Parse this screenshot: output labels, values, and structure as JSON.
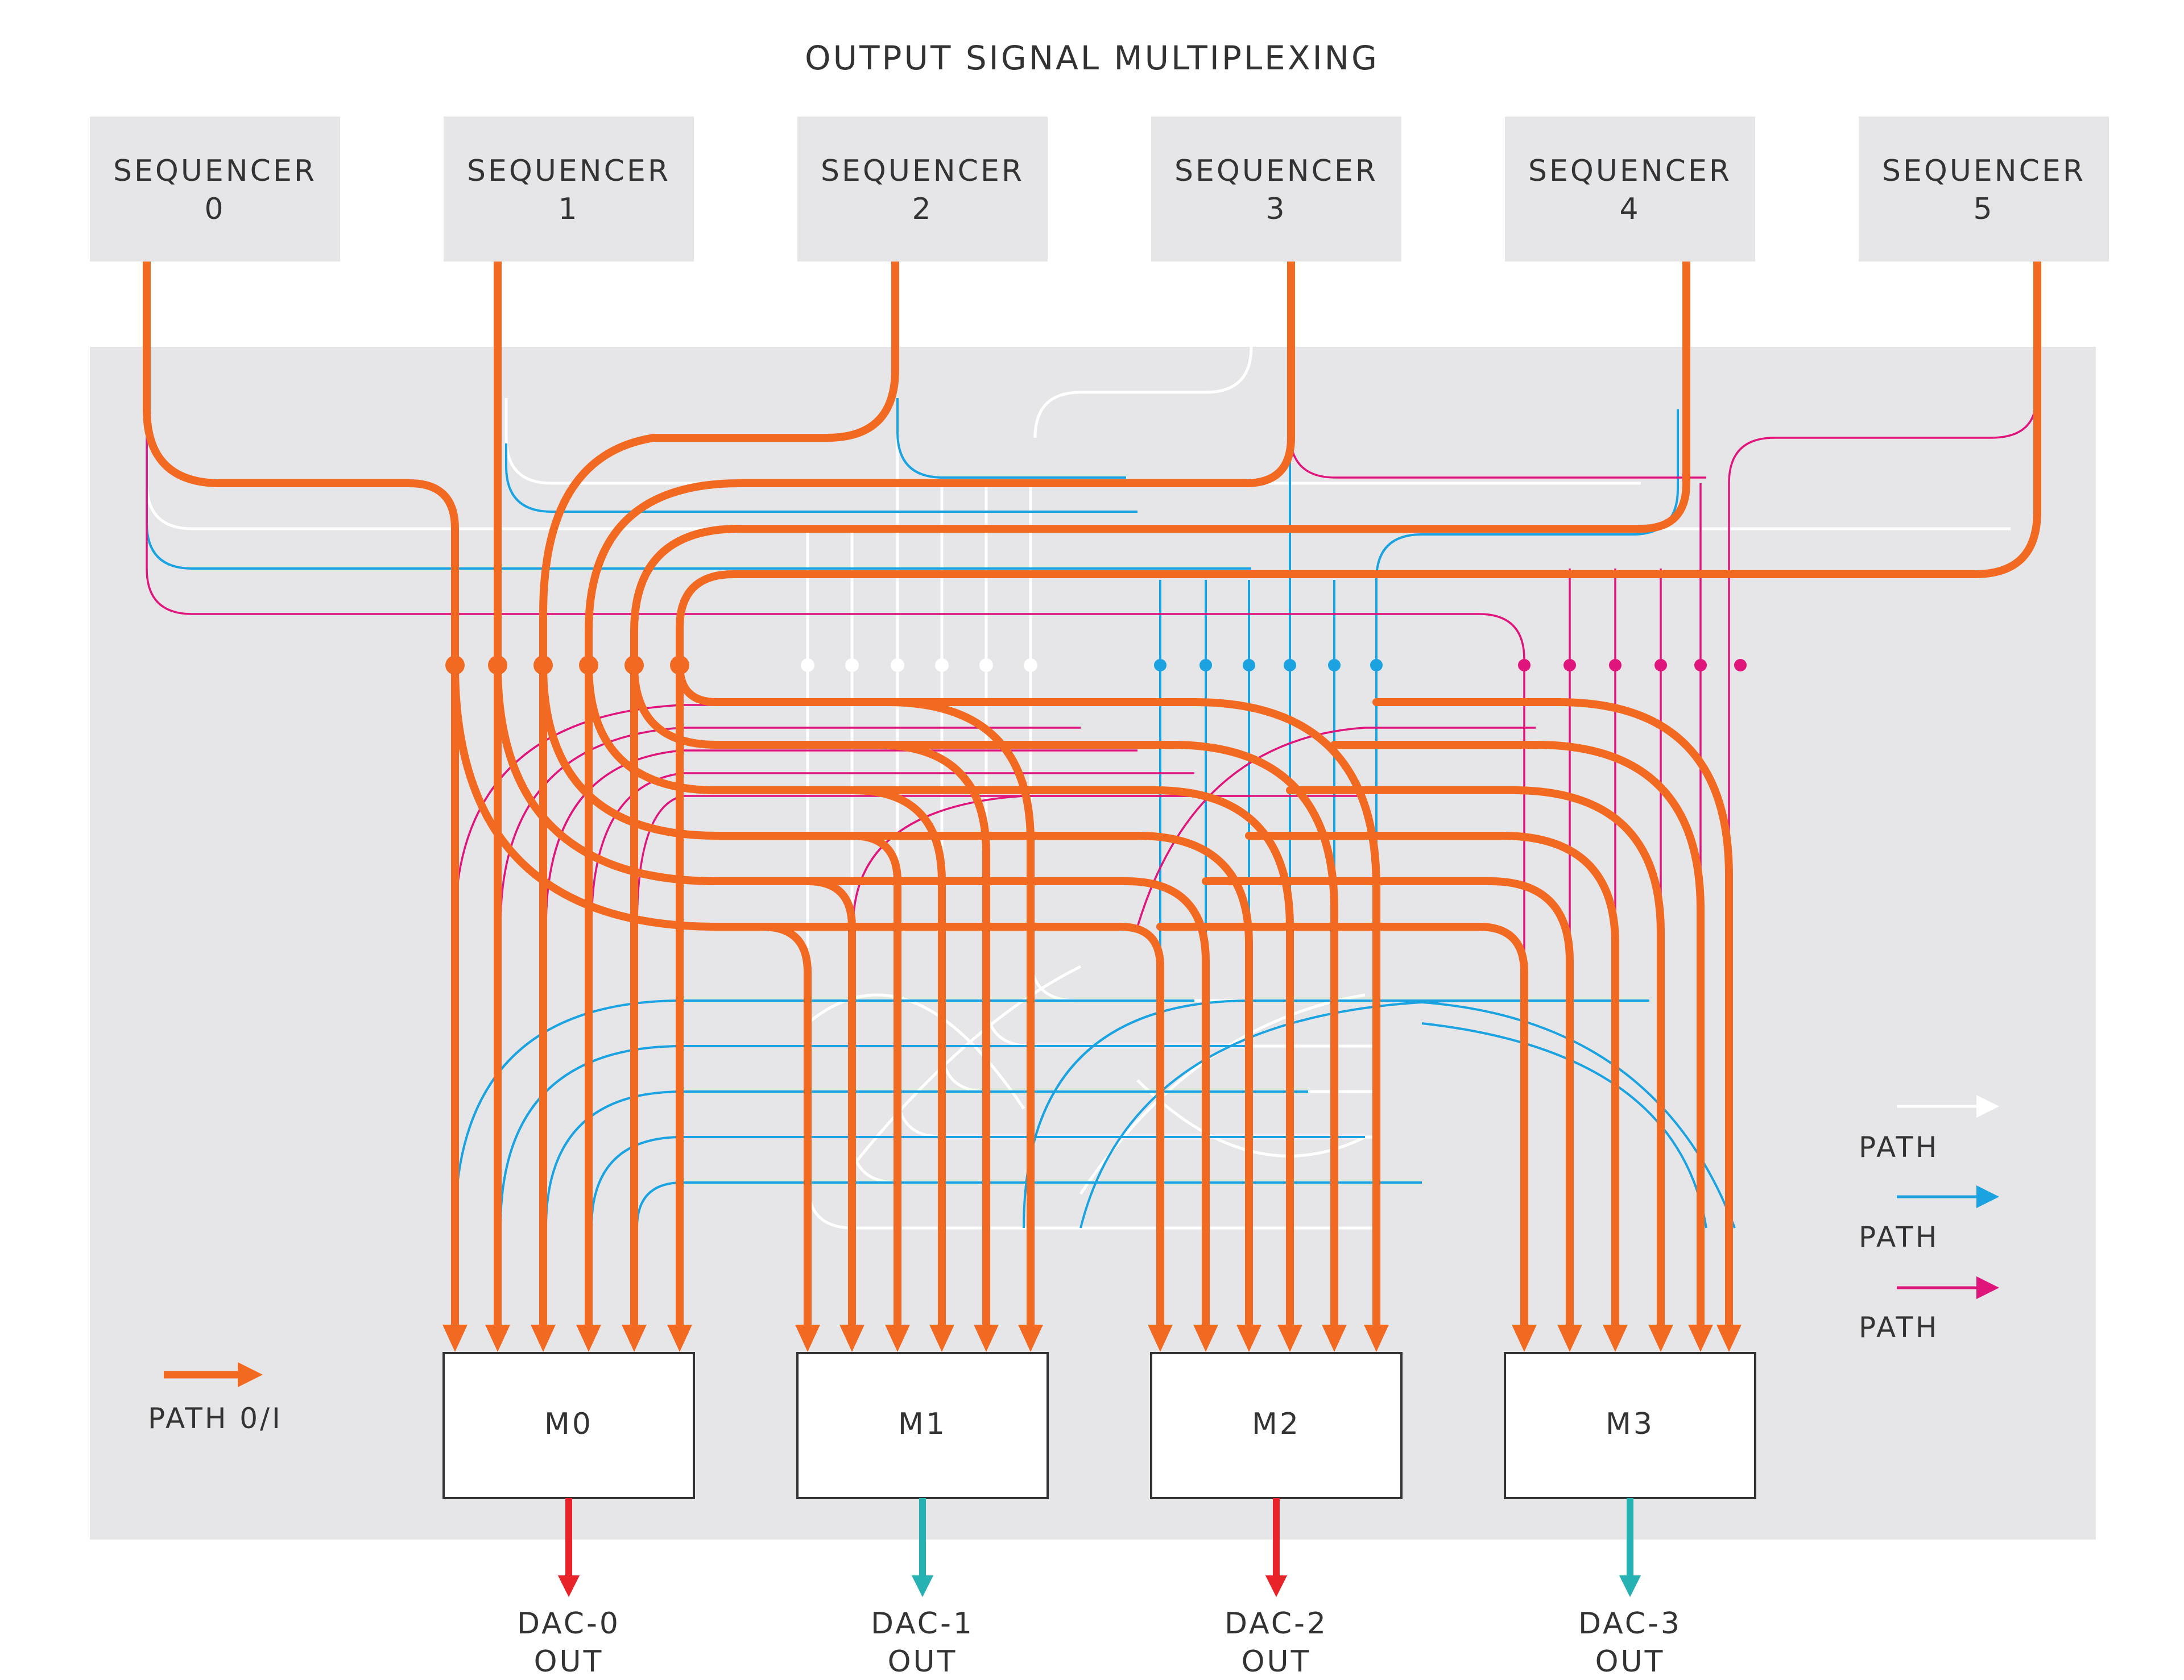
{
  "title": "OUTPUT SIGNAL MULTIPLEXING",
  "sequencers": [
    {
      "line1": "SEQUENCER",
      "line2": "0"
    },
    {
      "line1": "SEQUENCER",
      "line2": "1"
    },
    {
      "line1": "SEQUENCER",
      "line2": "2"
    },
    {
      "line1": "SEQUENCER",
      "line2": "3"
    },
    {
      "line1": "SEQUENCER",
      "line2": "4"
    },
    {
      "line1": "SEQUENCER",
      "line2": "5"
    }
  ],
  "multiplexers": [
    {
      "label": "M0",
      "output_line1": "DAC-0",
      "output_line2": "OUT",
      "output_color": "#e8232a"
    },
    {
      "label": "M1",
      "output_line1": "DAC-1",
      "output_line2": "OUT",
      "output_color": "#26b2b2"
    },
    {
      "label": "M2",
      "output_line1": "DAC-2",
      "output_line2": "OUT",
      "output_color": "#e8232a"
    },
    {
      "label": "M3",
      "output_line1": "DAC-3",
      "output_line2": "OUT",
      "output_color": "#26b2b2"
    }
  ],
  "legend": {
    "orange": {
      "label": "PATH 0/I",
      "color": "#f26a22"
    },
    "white": {
      "label": "PATH",
      "color": "#ffffff"
    },
    "blue": {
      "label": "PATH",
      "color": "#1aa3e0"
    },
    "pink": {
      "label": "PATH",
      "color": "#e0157c"
    }
  },
  "colors": {
    "panel": "#e6e6e8",
    "sequencer_box": "#e6e6e8",
    "mux_fill": "#ffffff",
    "mux_stroke": "#333333",
    "text": "#333333"
  }
}
